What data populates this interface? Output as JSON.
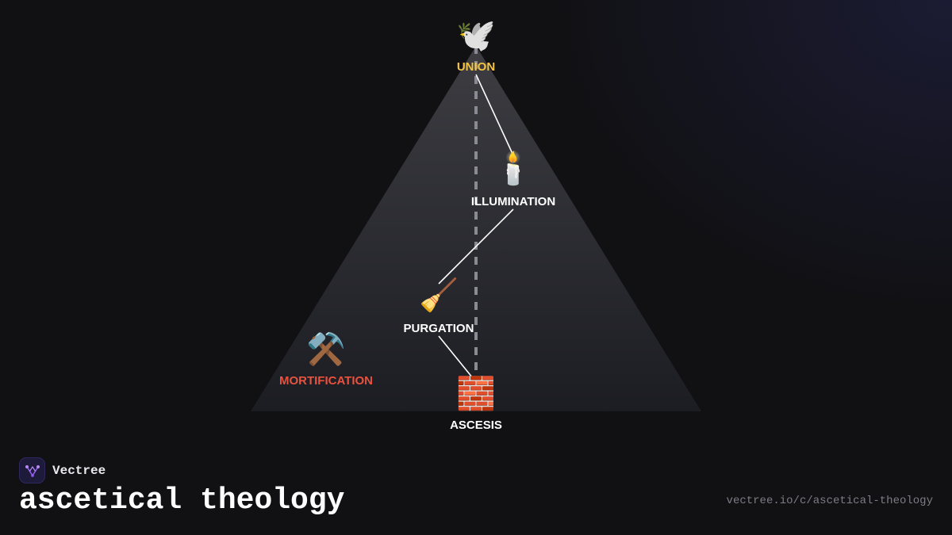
{
  "diagram": {
    "nodes": [
      {
        "id": "union",
        "label": "UNION",
        "icon": "dove-icon",
        "glyph": "🕊️",
        "color": "#f5c542"
      },
      {
        "id": "illumination",
        "label": "ILLUMINATION",
        "icon": "candle-icon",
        "glyph": "🕯️",
        "color": "#ffffff"
      },
      {
        "id": "purgation",
        "label": "PURGATION",
        "icon": "broom-icon",
        "glyph": "🧹",
        "color": "#ffffff"
      },
      {
        "id": "mortification",
        "label": "MORTIFICATION",
        "icon": "hammer-and-pick-icon",
        "glyph": "⚒️",
        "color": "#e8523f"
      },
      {
        "id": "ascesis",
        "label": "ASCESIS",
        "icon": "brick-icon",
        "glyph": "🧱",
        "color": "#ffffff"
      }
    ],
    "edges": [
      [
        "union",
        "illumination"
      ],
      [
        "illumination",
        "purgation"
      ],
      [
        "purgation",
        "ascesis"
      ]
    ]
  },
  "brand": {
    "name": "Vectree",
    "logo_icon": "vectree-logo-icon"
  },
  "title": "ascetical theology",
  "url": "vectree.io/c/ascetical-theology",
  "colors": {
    "background": "#111114",
    "accent_gold": "#f5c542",
    "accent_red": "#e8523f",
    "text": "#ffffff",
    "muted": "#7c7c86"
  }
}
